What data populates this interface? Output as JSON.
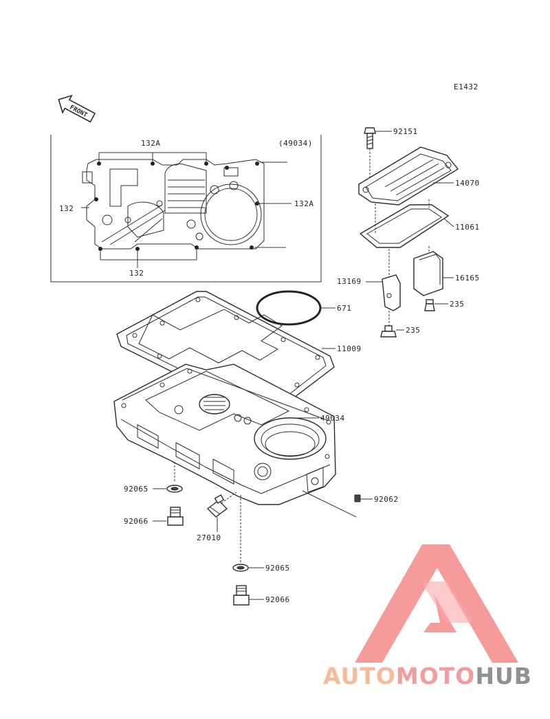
{
  "diagram_code": "E1432",
  "front_label": "FRONT",
  "inset": {
    "title": "(49034)",
    "labels": [
      "132A",
      "132A",
      "132",
      "132"
    ]
  },
  "parts": {
    "p92151": "92151",
    "p14070": "14070",
    "p11061": "11061",
    "p13169": "13169",
    "p16165": "16165",
    "p235a": "235",
    "p235b": "235",
    "p671": "671",
    "p11009": "11009",
    "p49034": "49034",
    "p92062": "92062",
    "p92065a": "92065",
    "p92066a": "92066",
    "p27010": "27010",
    "p92065b": "92065",
    "p92066b": "92066"
  },
  "watermark": {
    "part1": "AUTO",
    "part2": "MOTO",
    "part3": "HUB",
    "colors": {
      "auto": "#f3b08a",
      "moto": "#f08c8c",
      "hub": "#7d7d7d",
      "triangle": "#f26b6b"
    }
  }
}
